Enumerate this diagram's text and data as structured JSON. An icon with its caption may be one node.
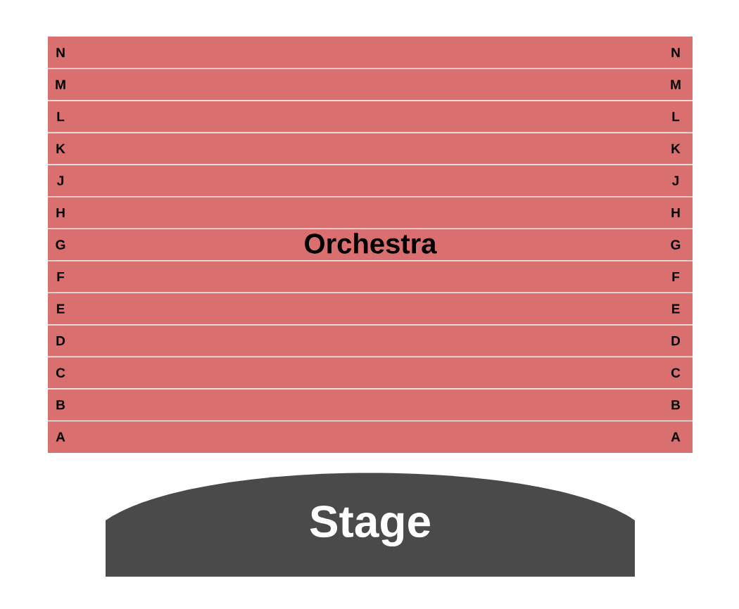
{
  "diagram": {
    "nodes": [
      {
        "text": [
          "Orchestra"
        ]
      },
      {
        "text": [
          "Stage"
        ]
      }
    ],
    "labels": [
      "N",
      "N",
      "M",
      "M",
      "L",
      "L",
      "K",
      "K",
      "J",
      "J",
      "H",
      "H",
      "G",
      "G",
      "F",
      "F",
      "E",
      "E",
      "D",
      "D",
      "C",
      "C",
      "B",
      "B",
      "A",
      "A"
    ]
  }
}
